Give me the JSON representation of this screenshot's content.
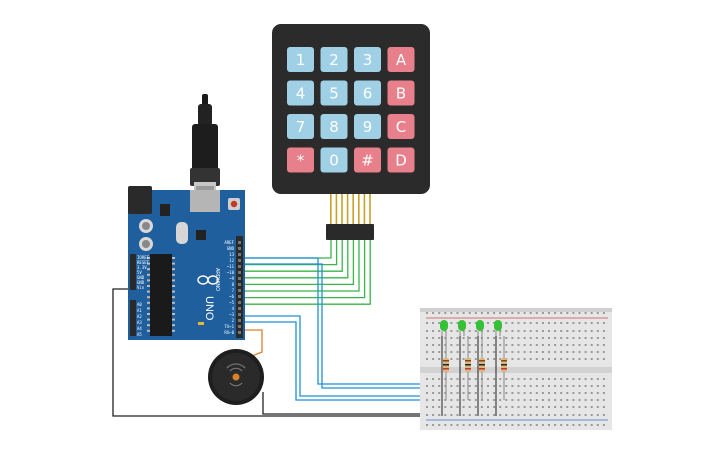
{
  "keypad": {
    "rows": [
      [
        {
          "label": "1",
          "kind": "digit"
        },
        {
          "label": "2",
          "kind": "digit"
        },
        {
          "label": "3",
          "kind": "digit"
        },
        {
          "label": "A",
          "kind": "letter"
        }
      ],
      [
        {
          "label": "4",
          "kind": "digit"
        },
        {
          "label": "5",
          "kind": "digit"
        },
        {
          "label": "6",
          "kind": "digit"
        },
        {
          "label": "B",
          "kind": "letter"
        }
      ],
      [
        {
          "label": "7",
          "kind": "digit"
        },
        {
          "label": "8",
          "kind": "digit"
        },
        {
          "label": "9",
          "kind": "digit"
        },
        {
          "label": "C",
          "kind": "letter"
        }
      ],
      [
        {
          "label": "*",
          "kind": "symbol"
        },
        {
          "label": "0",
          "kind": "digit"
        },
        {
          "label": "#",
          "kind": "symbol"
        },
        {
          "label": "D",
          "kind": "letter"
        }
      ]
    ],
    "colors": {
      "digit": "#9fd0e6",
      "letter": "#e8808b",
      "symbol": "#e8808b",
      "body": "#2b2b2b"
    }
  },
  "arduino": {
    "board_name": "UNO",
    "brand": "ARDUINO",
    "digital_pins": [
      "AREF",
      "GND",
      "13",
      "12",
      "~11",
      "~10",
      "~9",
      "8",
      "7",
      "~6",
      "~5",
      "4",
      "~3",
      "2",
      "TX→1",
      "RX←0"
    ],
    "analog_pins": [
      "A0",
      "A1",
      "A2",
      "A3",
      "A4",
      "A5"
    ],
    "power_pins": [
      "IOREF",
      "RESET",
      "3.3V",
      "5V",
      "GND",
      "GND",
      "Vin"
    ],
    "colors": {
      "board": "#1f5f9e",
      "header": "#2a2a2a"
    }
  },
  "leds": {
    "count": 4,
    "color": "#35c135"
  },
  "wire_colors": {
    "keypad": "#39b54a",
    "led": "#1e90d6",
    "ground": "#222222",
    "buzzer": "#d9822b"
  }
}
